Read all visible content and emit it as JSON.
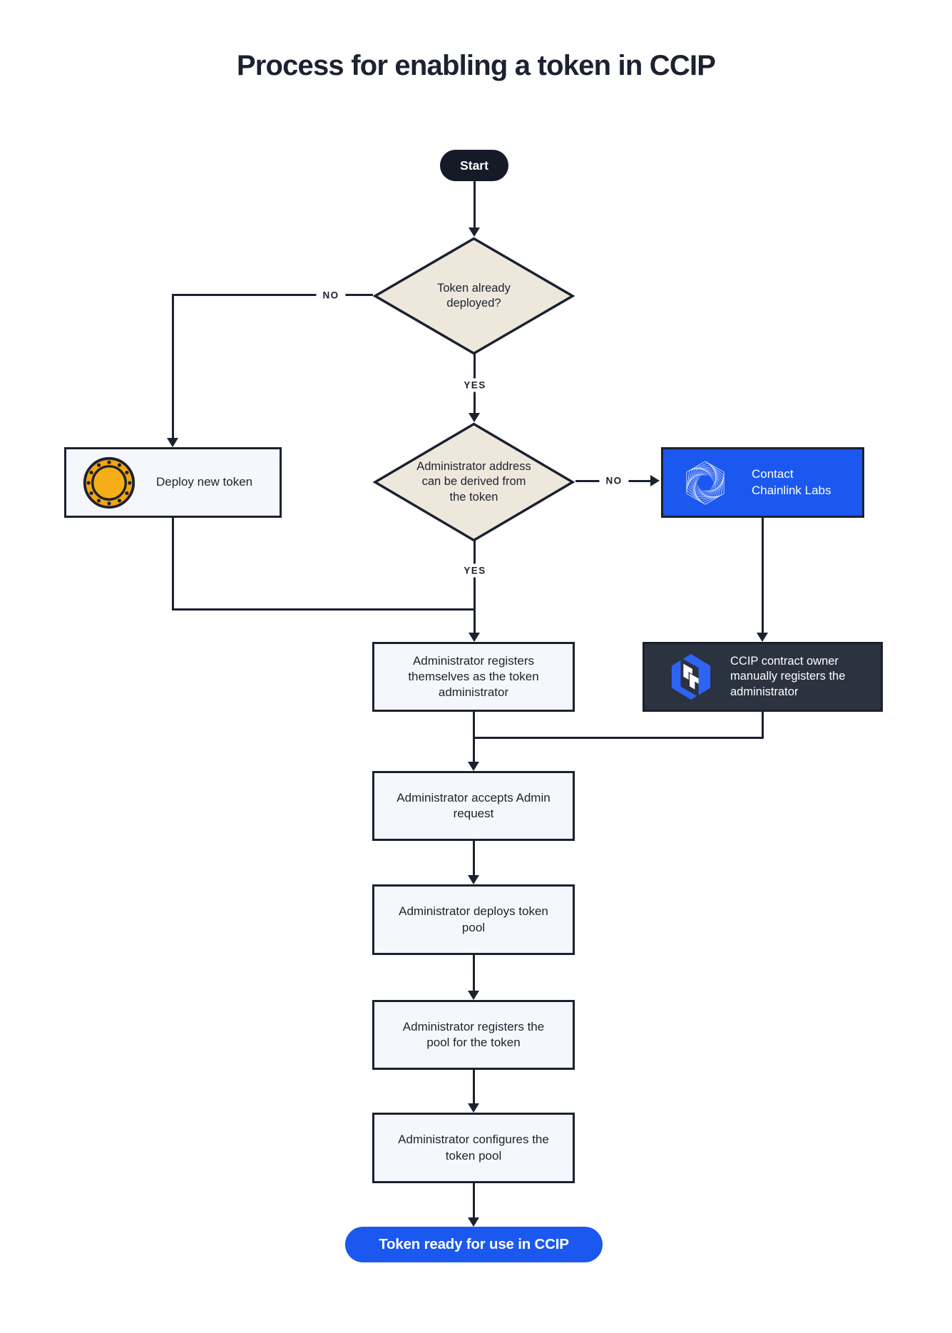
{
  "title": "Process for enabling a token in CCIP",
  "nodes": {
    "start": "Start",
    "token_deployed_q": "Token already deployed?",
    "deploy_new_token": "Deploy new token",
    "admin_derivable_q": "Administrator address can be derived from the token",
    "contact_chainlink": {
      "line1": "Contact",
      "line2": "Chainlink Labs"
    },
    "register_self": "Administrator registers themselves as the token administrator",
    "owner_registers": "CCIP contract owner manually registers the administrator",
    "accept_request": "Administrator accepts Admin request",
    "deploy_pool": "Administrator deploys token pool",
    "register_pool": "Administrator registers the pool for the token",
    "configure_pool": "Administrator configures the token pool",
    "end": "Token ready for use in CCIP"
  },
  "edge_labels": {
    "no_deployed": "NO",
    "yes_deployed": "YES",
    "no_derivable": "NO",
    "yes_derivable": "YES"
  },
  "icons": {
    "coin": "token-coin-icon",
    "chainlink": "chainlink-spiral-icon",
    "ccip": "ccip-cube-icon"
  },
  "colors": {
    "ink": "#1b2130",
    "accent_blue": "#1b58f0",
    "diamond_fill": "#eee8dc",
    "box_fill": "#f5f7fc",
    "dark_box_fill": "#2b3240",
    "coin_gold": "#f2a711"
  }
}
